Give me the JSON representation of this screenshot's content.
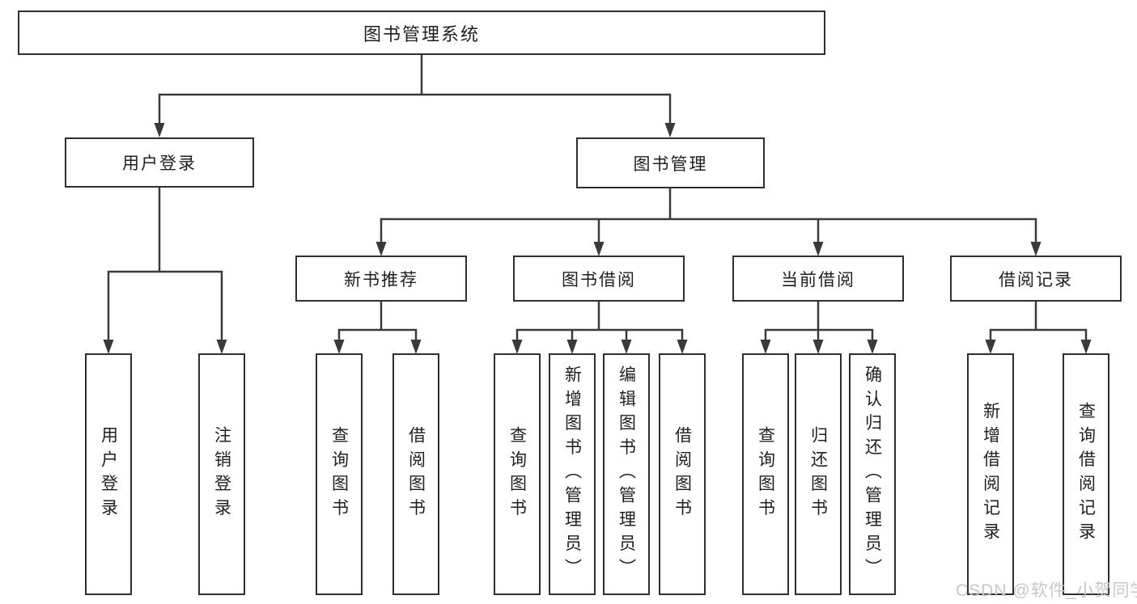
{
  "page": {
    "watermark": "CSDN @软件_小贺同学"
  },
  "colors": {
    "line": "#3a3a3a",
    "box_border": "#2f2f2f",
    "box_fill": "#ffffff",
    "text": "#1f1f1f",
    "watermark": "#c7c7cb",
    "background": "#ffffff"
  },
  "tree": {
    "label": "图书管理系统",
    "children": [
      {
        "label": "用户登录",
        "children": [
          {
            "label": "用户登录"
          },
          {
            "label": "注销登录"
          }
        ]
      },
      {
        "label": "图书管理",
        "children": [
          {
            "label": "新书推荐",
            "children": [
              {
                "label": "查询图书"
              },
              {
                "label": "借阅图书"
              }
            ]
          },
          {
            "label": "图书借阅",
            "children": [
              {
                "label": "查询图书"
              },
              {
                "label": "新增图书（管理员）"
              },
              {
                "label": "编辑图书（管理员）"
              },
              {
                "label": "借阅图书"
              }
            ]
          },
          {
            "label": "当前借阅",
            "children": [
              {
                "label": "查询图书"
              },
              {
                "label": "归还图书"
              },
              {
                "label": "确认归还（管理员）"
              }
            ]
          },
          {
            "label": "借阅记录",
            "children": [
              {
                "label": "新增借阅记录"
              },
              {
                "label": "查询借阅记录"
              }
            ]
          }
        ]
      }
    ]
  }
}
